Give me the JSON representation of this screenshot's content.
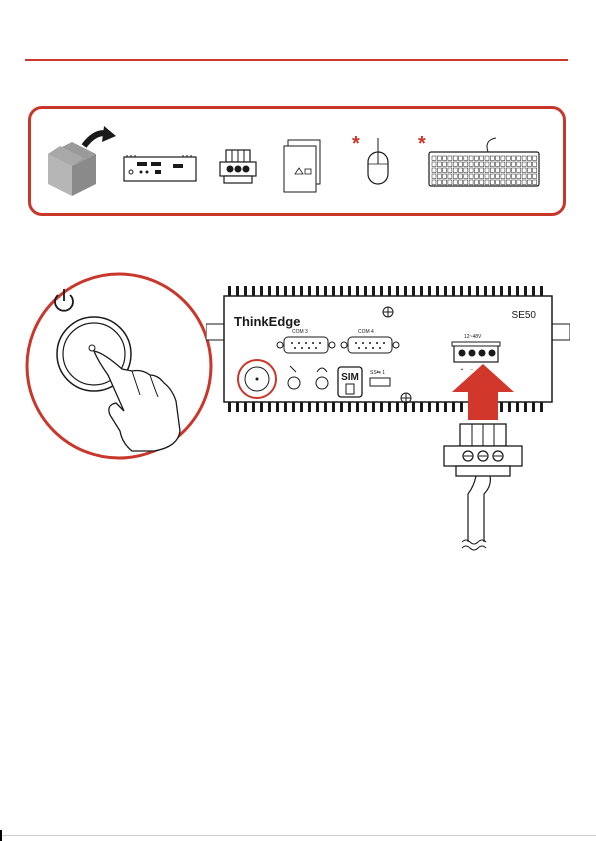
{
  "device": {
    "brand_label": "ThinkEdge",
    "model_label": "SE50",
    "port_com3": "COM 3",
    "port_com4": "COM 4",
    "sim_label": "SIM",
    "usb_label": "SS⇆ 1",
    "power_range": "12~48V",
    "plus": "+",
    "minus": "−"
  },
  "package": {
    "optional_mark": "*"
  },
  "colors": {
    "accent": "#c8372a",
    "line": "#1a1a1a",
    "arrow": "#d2372b"
  },
  "icons": [
    "unbox-icon",
    "device-icon",
    "power-connector-icon",
    "documents-icon",
    "mouse-icon",
    "keyboard-icon",
    "power-icon",
    "hand-press-icon",
    "plug-arrow-icon"
  ]
}
